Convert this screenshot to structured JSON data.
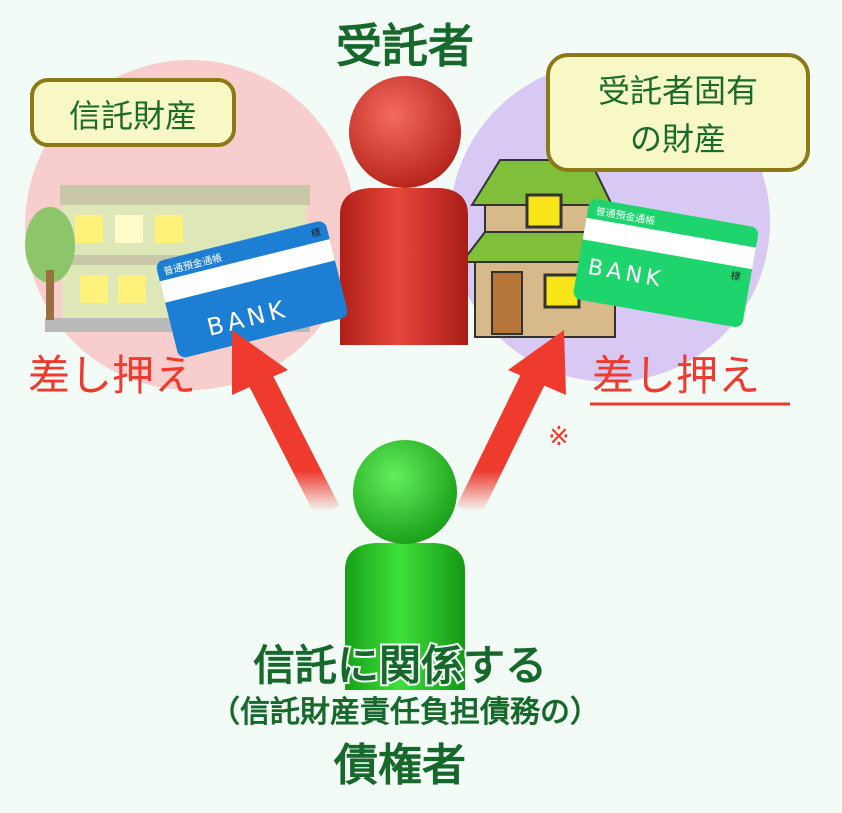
{
  "title": "受託者",
  "trust_property_label": "信託財産",
  "trustee_property_label": [
    "受託者固有",
    "の財産"
  ],
  "seize_left": "差し押え",
  "seize_right": "差し押え",
  "note_mark": "※",
  "bank_card": {
    "header": "普通預金通帳",
    "sama": "様",
    "brand": "BANK"
  },
  "creditor": {
    "line1": "信託に関係する",
    "line2": "（信託財産責任負担債務の）",
    "line3": "債権者"
  },
  "colors": {
    "trust_circle": "#f7cdcd",
    "own_circle": "#d8c9f4",
    "arrow": "#ee3b2e",
    "text_green": "#17692b",
    "trustee": "#d8332a",
    "creditor": "#22b822"
  }
}
